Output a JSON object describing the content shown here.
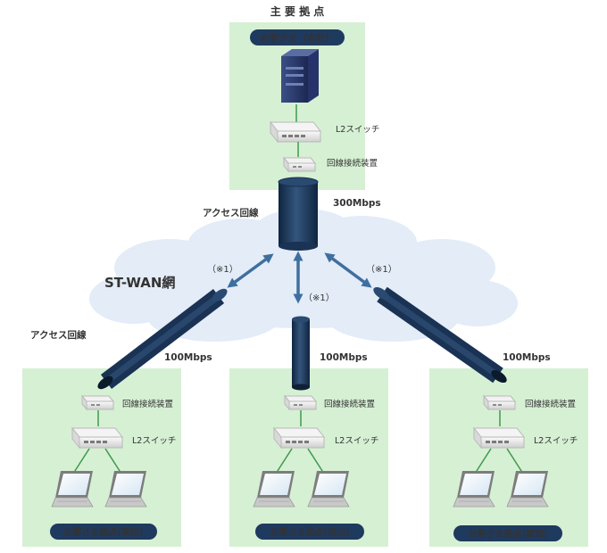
{
  "hub": {
    "title": "主 要 拠 点",
    "badge": "お客さま（本社）",
    "l2": "L2スイッチ",
    "device": "回線接続装置"
  },
  "wan": {
    "name": "ST-WAN網",
    "access_top": "アクセス回線",
    "access_left": "アクセス回線",
    "bw_top": "300Mbps",
    "note": "（※1）"
  },
  "sites": [
    {
      "badge": "お客さま拠点(高松)",
      "device": "回線接続装置",
      "l2": "L2スイッチ",
      "bw": "100Mbps"
    },
    {
      "badge": "お客さま拠点(松山)",
      "device": "回線接続装置",
      "l2": "L2スイッチ",
      "bw": "100Mbps"
    },
    {
      "badge": "お客さま拠点(高知)",
      "device": "回線接続装置",
      "l2": "L2スイッチ",
      "bw": "100Mbps"
    }
  ],
  "colors": {
    "panel": "#d6f0d4",
    "navy": "#1f3a5f",
    "cloud": "#e3ecf7",
    "arrow": "#3f6f9f",
    "link": "#3f9a4d"
  }
}
